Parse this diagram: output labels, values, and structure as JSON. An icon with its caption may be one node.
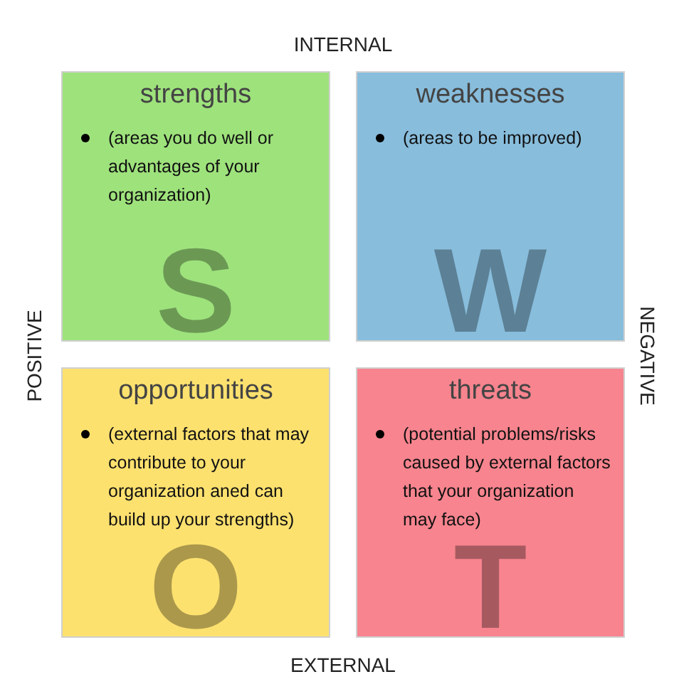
{
  "diagram": {
    "nodes": [
      {
        "text": [
          "strengths",
          "(areas you do well or advantages of your organization)",
          "S"
        ]
      },
      {
        "text": [
          "weaknesses",
          "(areas to be improved)",
          "W"
        ]
      },
      {
        "text": [
          "opportunities",
          "(external factors that may contribute to your organization aned can build up your strengths)",
          "O"
        ]
      },
      {
        "text": [
          "threats",
          "(potential problems/risks caused by external factors that your organization may face)",
          "T"
        ]
      }
    ],
    "labels": [
      "INTERNAL",
      "POSITIVE",
      "NEGATIVE",
      "EXTERNAL"
    ]
  }
}
